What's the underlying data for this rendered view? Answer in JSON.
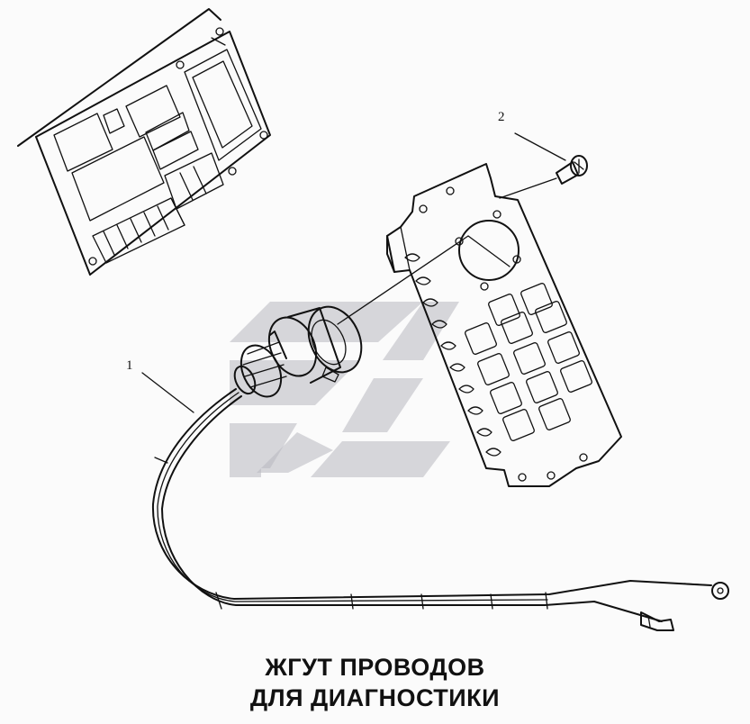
{
  "callouts": [
    {
      "label": "1"
    },
    {
      "label": "2"
    }
  ],
  "caption": {
    "line1": "ЖГУТ ПРОВОДОВ",
    "line2": "ДЛЯ ДИАГНОСТИКИ"
  },
  "colors": {
    "line": "#111111",
    "watermark": "#b8b8bf",
    "background": "#fbfbfb"
  }
}
